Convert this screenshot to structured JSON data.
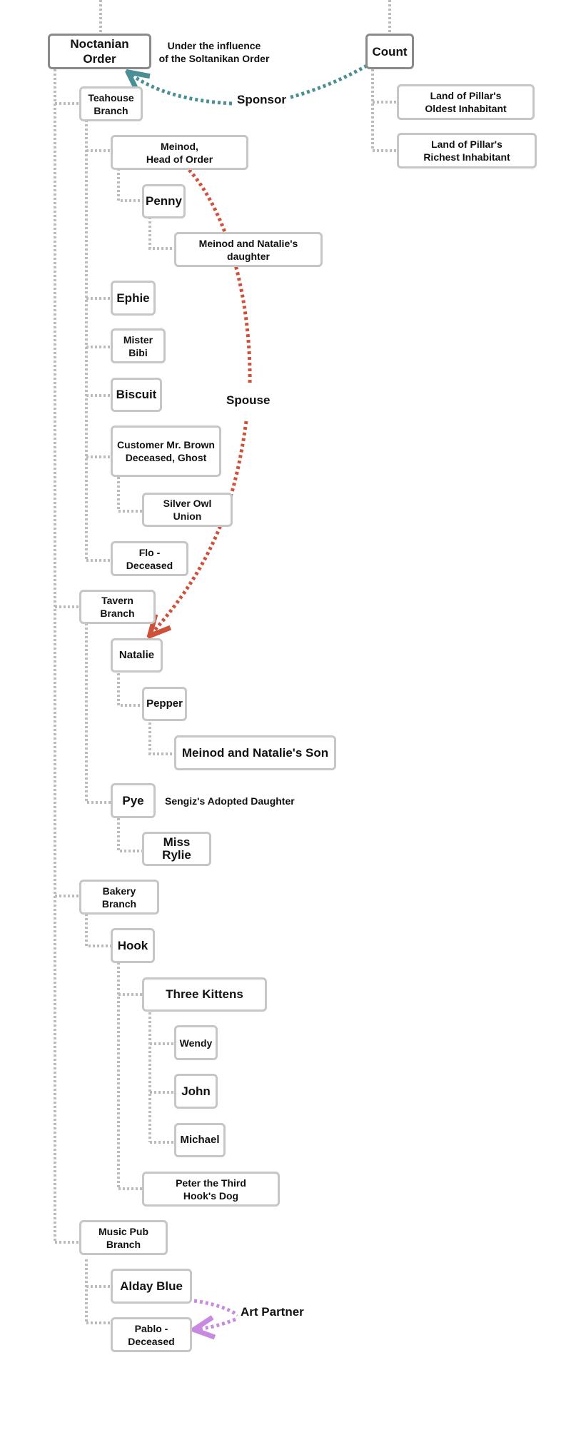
{
  "nodes": {
    "noctanian": "Noctanian\nOrder",
    "count": "Count",
    "oldest": "Land of Pillar's\nOldest Inhabitant",
    "richest": "Land of Pillar's\nRichest Inhabitant",
    "teahouse": "Teahouse\nBranch",
    "meinod": "Meinod,\nHead of Order",
    "penny": "Penny",
    "daughter": "Meinod and Natalie's\ndaughter",
    "ephie": "Ephie",
    "mister_bibi": "Mister\nBibi",
    "biscuit": "Biscuit",
    "brown": "Customer Mr. Brown\nDeceased, Ghost",
    "silver_owl": "Silver Owl\nUnion",
    "flo": "Flo -\nDeceased",
    "tavern": "Tavern Branch",
    "natalie": "Natalie",
    "pepper": "Pepper",
    "son": "Meinod and Natalie's Son",
    "pye": "Pye",
    "rylie": "Miss Rylie",
    "bakery": "Bakery\nBranch",
    "hook": "Hook",
    "kittens": "Three Kittens",
    "wendy": "Wendy",
    "john": "John",
    "michael": "Michael",
    "peter": "Peter the Third\nHook's Dog",
    "musicpub": "Music Pub\nBranch",
    "alday": "Alday Blue",
    "pablo": "Pablo -\nDeceased"
  },
  "notes": {
    "influence": "Under the influence\nof the Soltanikan Order",
    "pye_note": "Sengiz's Adopted Daughter"
  },
  "relations": {
    "sponsor": "Sponsor",
    "spouse": "Spouse",
    "art_partner": "Art Partner"
  },
  "colors": {
    "sponsor": "#4a8f96",
    "spouse": "#d0513a",
    "art_partner": "#c88ae0",
    "tree_line": "#bcbcbc"
  }
}
